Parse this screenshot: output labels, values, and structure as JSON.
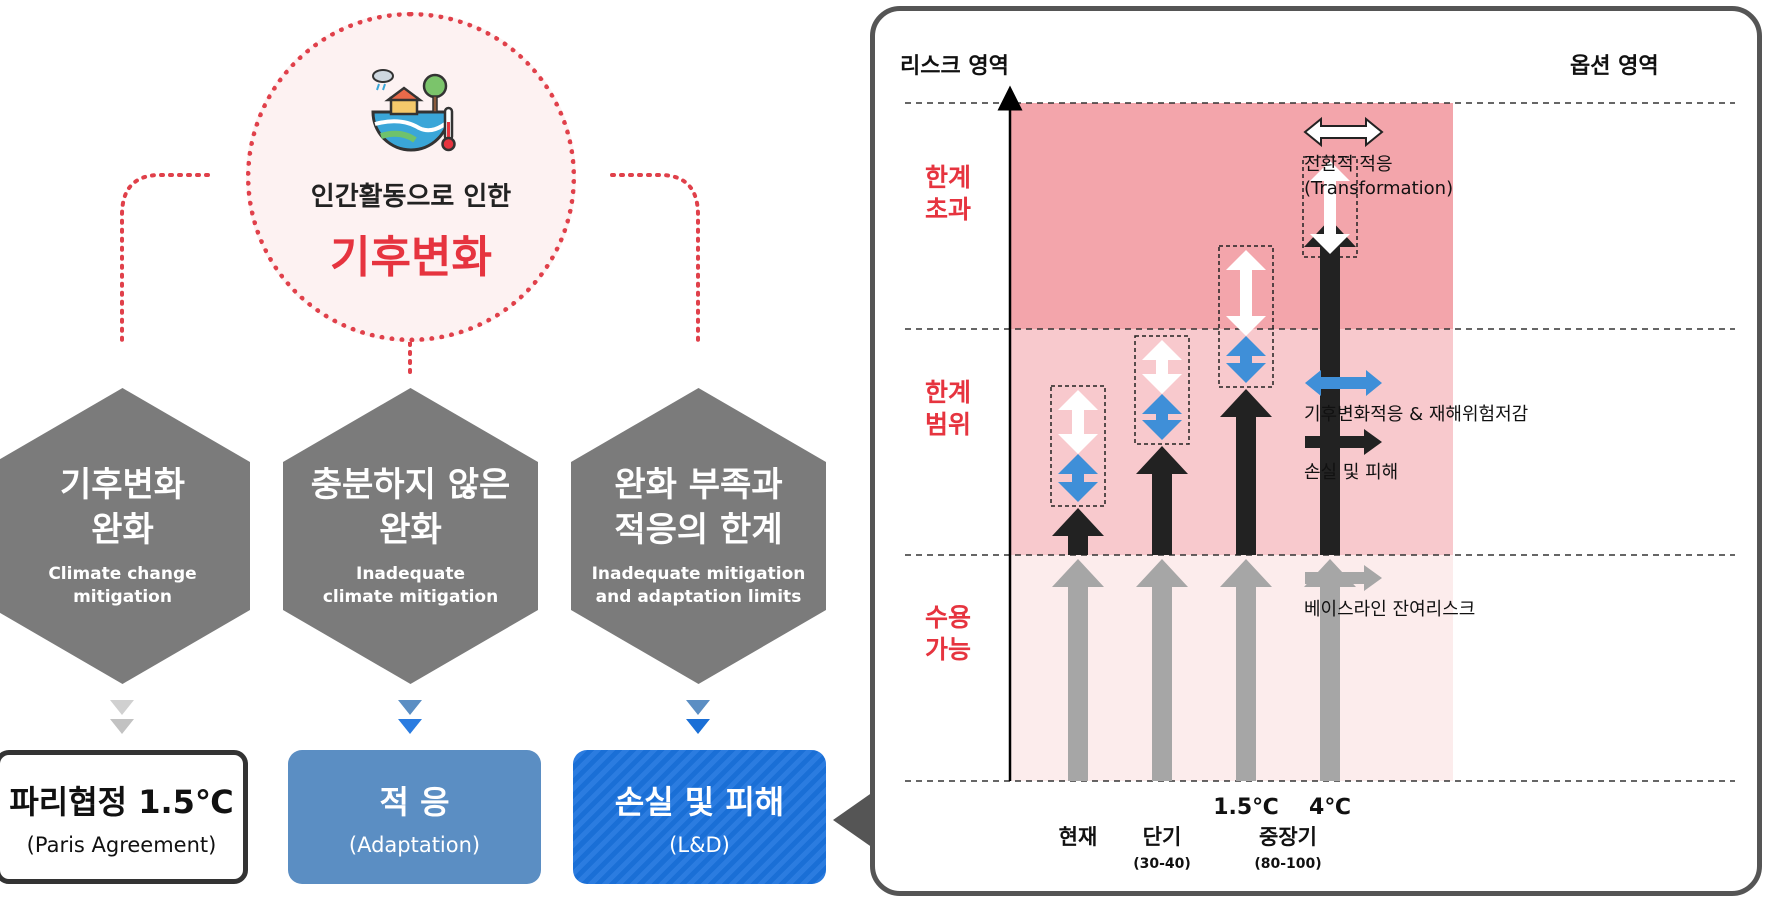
{
  "center": {
    "line1": "인간활동으로 인한",
    "line2": "기후변화"
  },
  "hexagons": [
    {
      "ko": "기후변화\n완화",
      "en": "Climate change\nmitigation"
    },
    {
      "ko": "충분하지 않은\n완화",
      "en": "Inadequate\nclimate mitigation"
    },
    {
      "ko": "완화 부족과\n적응의 한계",
      "en": "Inadequate mitigation\nand adaptation limits"
    }
  ],
  "boxes": [
    {
      "main": "파리협정 1.5℃",
      "sub": "(Paris Agreement)"
    },
    {
      "main": "적 응",
      "sub": "(Adaptation)"
    },
    {
      "main": "손실 및 피해",
      "sub": "(L&D)"
    }
  ],
  "colors": {
    "accent_red": "#e6343f",
    "hex_gray": "#7b7b7b",
    "adapt_blue": "#5b8ec3",
    "ld_blue": "#1a6fd6",
    "zone_exceed": "#f3a5ab",
    "zone_range": "#f8c9cd",
    "zone_accept": "#fcecec",
    "arrow_blue": "#3f8fd8",
    "arrow_black": "#222222",
    "arrow_gray": "#a6a6a6"
  },
  "chart_data": {
    "type": "diagram",
    "left_header": "리스크 영역",
    "right_header": "옵션 영역",
    "zones": [
      {
        "label": "한계\n초과",
        "key": "exceed"
      },
      {
        "label": "한계\n범위",
        "key": "range"
      },
      {
        "label": "수용\n가능",
        "key": "accept"
      }
    ],
    "columns": [
      {
        "label": "현재",
        "sub": "",
        "top_label": ""
      },
      {
        "label": "단기",
        "sub": "(30-40)",
        "top_label": ""
      },
      {
        "label": "",
        "sub": "",
        "top_label": "1.5℃"
      },
      {
        "label": "",
        "sub": "",
        "top_label": "4℃"
      }
    ],
    "group_label": "중장기",
    "group_sub": "(80-100)",
    "legend": [
      {
        "label": "전환적 적응\n(Transformation)",
        "icon": "double-arrow-outline"
      },
      {
        "label": "기후변화적응 & 재해위험저감",
        "icon": "double-arrow-blue"
      },
      {
        "label": "손실 및 피해",
        "icon": "arrow-black"
      },
      {
        "label": "베이스라인 잔여리스크",
        "icon": "arrow-gray"
      }
    ]
  }
}
